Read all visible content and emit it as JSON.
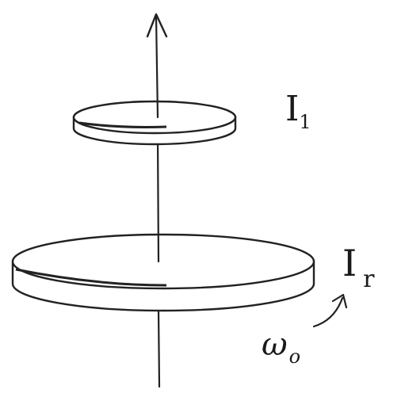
{
  "labels": {
    "upper_disk": "I",
    "upper_disk_subscript": "1",
    "lower_disk": "I",
    "lower_disk_subscript": "r",
    "angular_velocity": "ω",
    "angular_velocity_subscript": "o"
  }
}
